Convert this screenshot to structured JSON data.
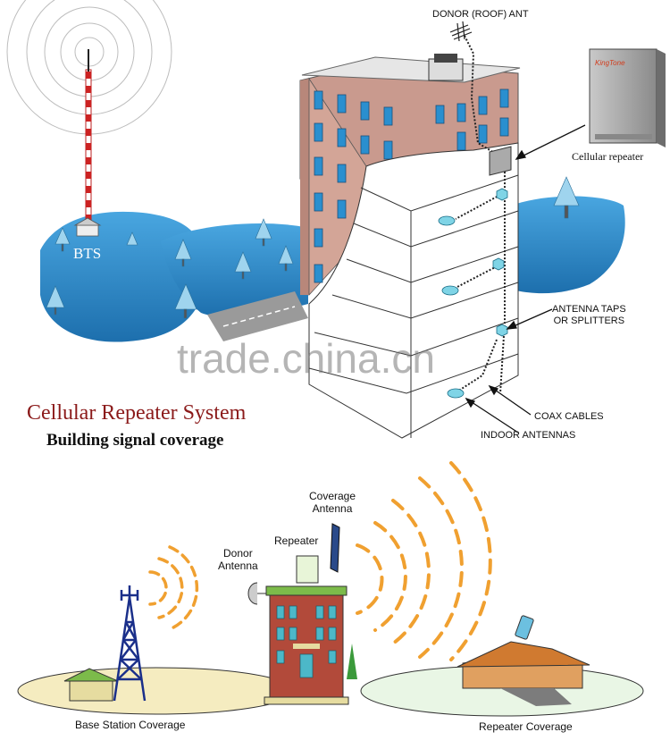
{
  "top_diagram": {
    "donor_ant_label": "DONOR (ROOF) ANT",
    "bts_label": "BTS",
    "brand_label": "KingTone",
    "cellular_repeater_label": "Cellular repeater",
    "antenna_taps_label_1": "ANTENNA TAPS",
    "antenna_taps_label_2": "OR SPLITTERS",
    "coax_label": "COAX CABLES",
    "indoor_label": "INDOOR ANTENNAS",
    "title": "Cellular Repeater System",
    "subtitle": "Building signal coverage",
    "watermark": "trade.china.cn"
  },
  "bottom_diagram": {
    "coverage_antenna_1": "Coverage",
    "coverage_antenna_2": "Antenna",
    "donor_antenna_1": "Donor",
    "donor_antenna_2": "Antenna",
    "repeater": "Repeater",
    "base_station_coverage": "Base Station Coverage",
    "repeater_coverage": "Repeater Coverage"
  },
  "colors": {
    "water": "#2a8ccf",
    "building_brick": "#d9a89a",
    "title_red": "#8b1a1a",
    "wave_orange": "#f0a030"
  }
}
